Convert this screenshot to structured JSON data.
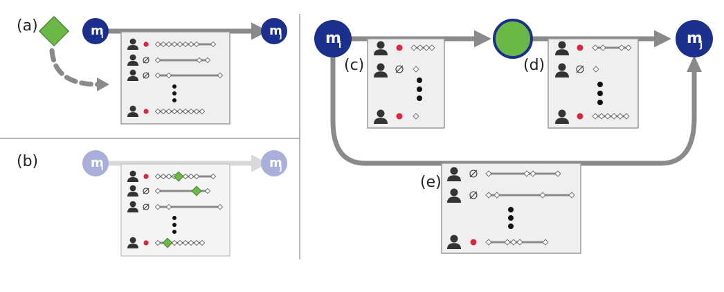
{
  "colors": {
    "node_blue": "#1b2f8c",
    "node_faded": "#a9aedb",
    "edge": "#8a8a8a",
    "edge_faded": "#d9d9d9",
    "box_fill": "#efefef",
    "box_border": "#9a9a9a",
    "status_red": "#d9253d",
    "diamond_green": "#6ab845",
    "user": "#333333"
  },
  "panels": {
    "a": {
      "label": "(a)",
      "source": "m",
      "source_sub": "i",
      "target": "m",
      "target_sub": "j"
    },
    "b": {
      "label": "(b)",
      "source": "m",
      "source_sub": "i",
      "target": "m",
      "target_sub": "j"
    },
    "c": {
      "label": "(c)"
    },
    "d": {
      "label": "(d)"
    },
    "e": {
      "label": "(e)"
    },
    "right": {
      "source": "m",
      "source_sub": "i",
      "target": "m",
      "target_sub": "j"
    }
  },
  "icons": [
    "user-icon",
    "red-dot-icon",
    "empty-set-icon",
    "diamond-marker-icon",
    "vertical-ellipsis-icon"
  ]
}
